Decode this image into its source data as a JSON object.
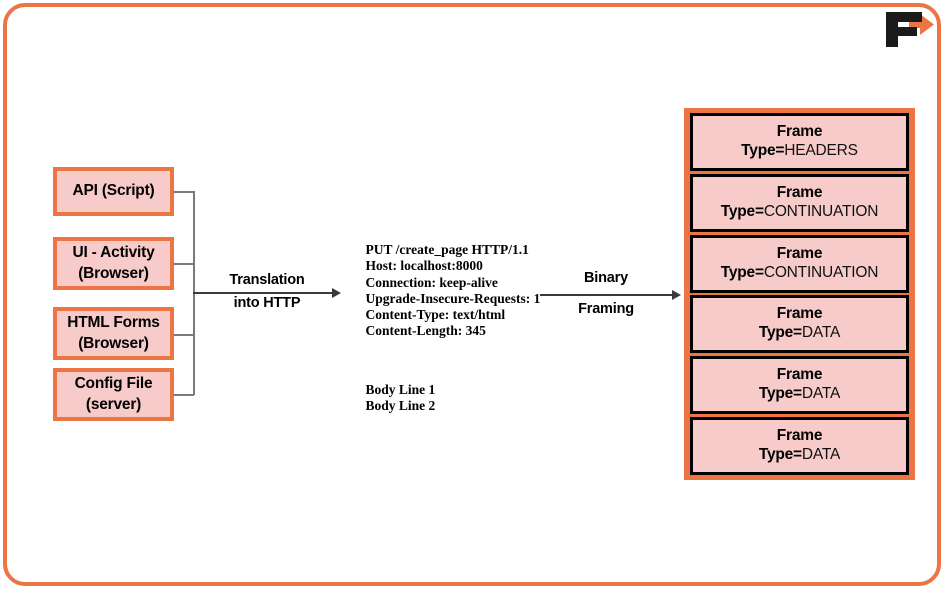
{
  "page": {
    "border_color": "#ED7543",
    "box_fill": "#F7CBC9",
    "logo_name": "f-arrow-logo"
  },
  "sources": [
    {
      "lines": [
        "API (Script)"
      ]
    },
    {
      "lines": [
        "UI - Activity",
        "(Browser)"
      ]
    },
    {
      "lines": [
        "HTML Forms",
        "(Browser)"
      ]
    },
    {
      "lines": [
        "Config File",
        "(server)"
      ]
    }
  ],
  "arrows": {
    "translation": {
      "line1": "Translation",
      "line2": "into HTTP"
    },
    "framing": {
      "line1": "Binary",
      "line2": "Framing"
    }
  },
  "http_request": {
    "request_line": "PUT /create_page HTTP/1.1",
    "headers": [
      "Host: localhost:8000",
      "Connection: keep-alive",
      "Upgrade-Insecure-Requests: 1",
      "Content-Type: text/html",
      "Content-Length: 345"
    ],
    "body": [
      "Body Line 1",
      "Body Line 2"
    ]
  },
  "frames": {
    "title": "Frame",
    "type_key": "Type=",
    "items": [
      {
        "type": "HEADERS"
      },
      {
        "type": "CONTINUATION"
      },
      {
        "type": "CONTINUATION"
      },
      {
        "type": "DATA"
      },
      {
        "type": "DATA"
      },
      {
        "type": "DATA"
      }
    ]
  }
}
